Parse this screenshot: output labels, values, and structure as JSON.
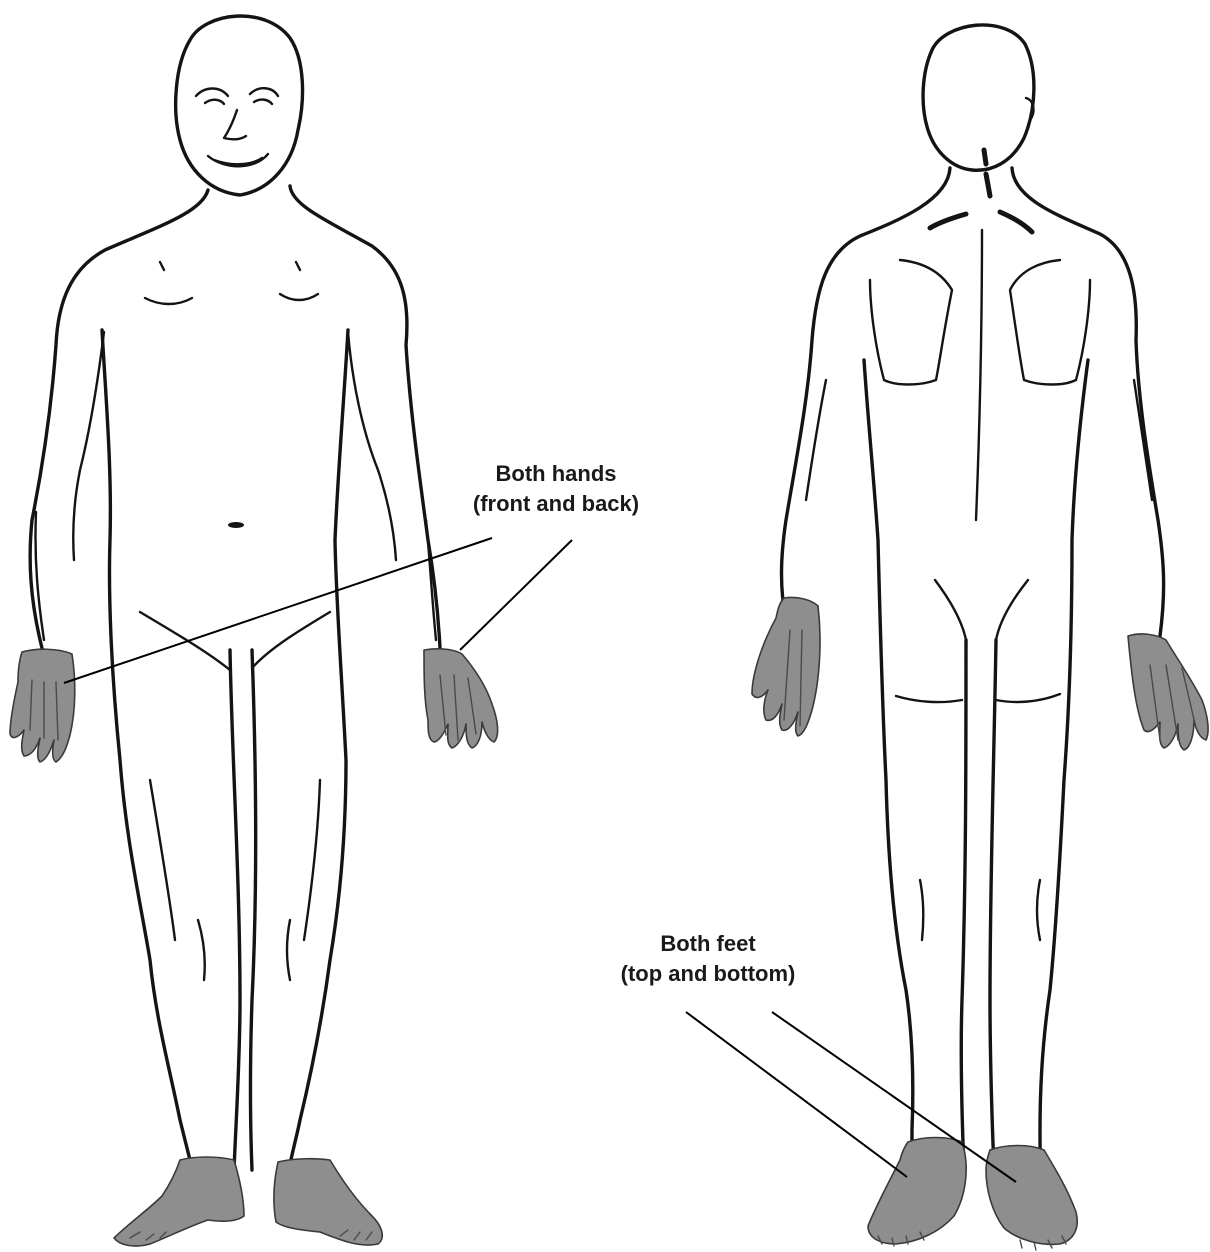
{
  "labels": {
    "hands": {
      "line1": "Both hands",
      "line2": "(front and back)"
    },
    "feet": {
      "line1": "Both feet",
      "line2": "(top and bottom)"
    }
  },
  "colors": {
    "shaded_area": "#8e8e8e",
    "outline": "#141414",
    "background": "#ffffff"
  },
  "figures": [
    "front-view",
    "back-view"
  ],
  "highlighted_regions": [
    "hands",
    "feet"
  ]
}
